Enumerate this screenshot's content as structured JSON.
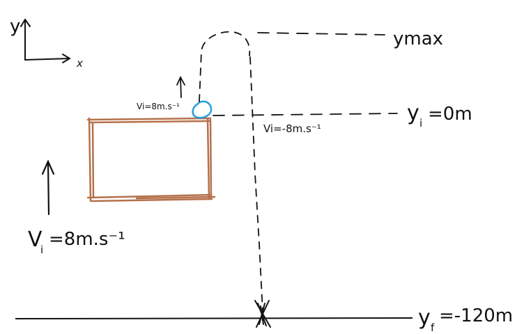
{
  "axes": {
    "y_label": "y",
    "x_label": "x"
  },
  "labels": {
    "y_max": "ymax",
    "y_i_prefix": "y",
    "y_i_sub": "i",
    "y_i_value": "=0m",
    "y_f_prefix": "y",
    "y_f_sub": "f",
    "y_f_value": "=-120m",
    "v_up_small": "Vi=8m.s⁻¹",
    "v_down": "Vi=-8m.s⁻¹",
    "v_up_big_prefix": "V",
    "v_up_big_sub": "i",
    "v_up_big_value": "=8m.s⁻¹"
  },
  "colors": {
    "ink": "#111111",
    "platform": "#b5704a",
    "ball": "#2a9fd8",
    "background": "#ffffff"
  }
}
